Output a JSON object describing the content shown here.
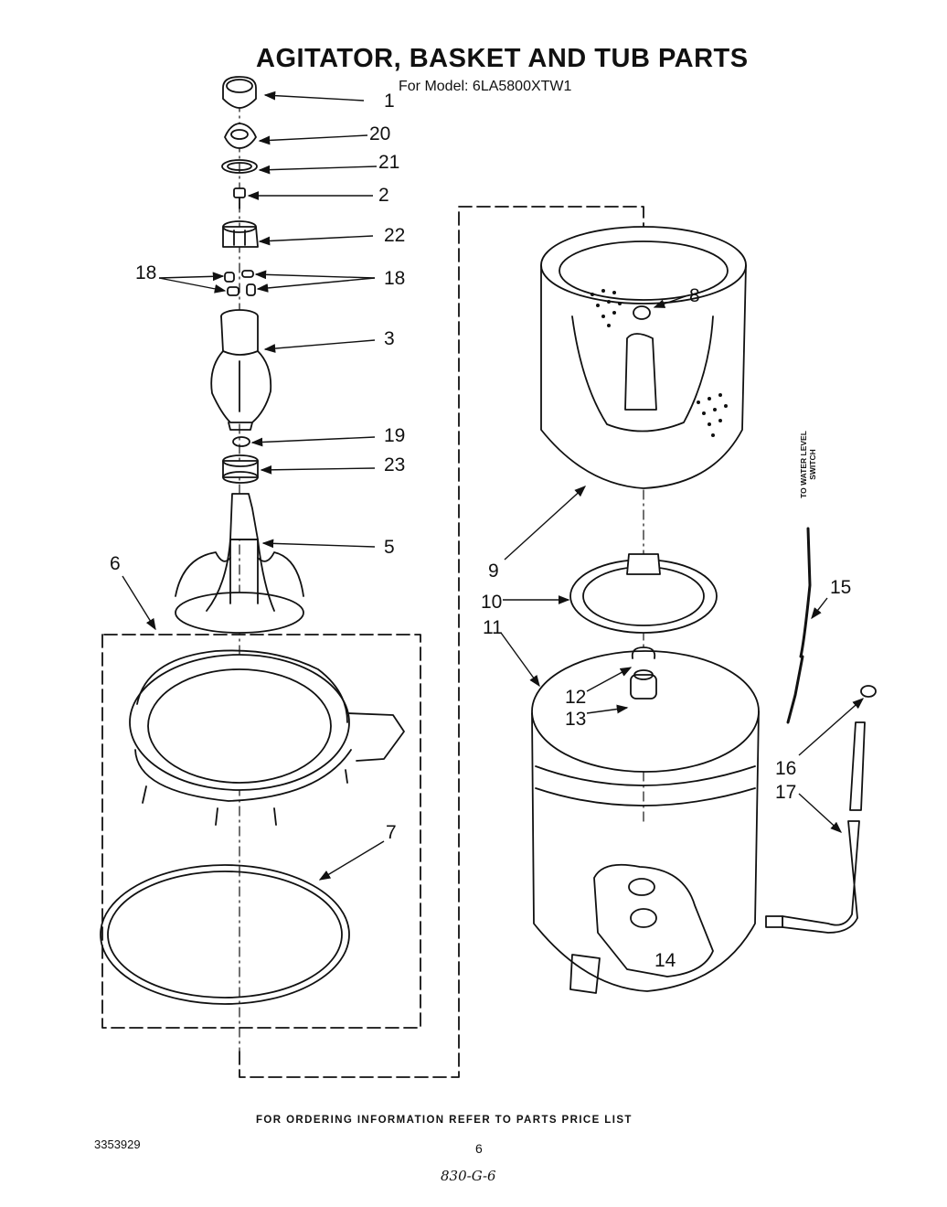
{
  "header": {
    "title": "AGITATOR, BASKET AND TUB PARTS",
    "model_line": "For Model: 6LA5800XTW1"
  },
  "callouts": {
    "c1": "1",
    "c20": "20",
    "c21": "21",
    "c2": "2",
    "c22": "22",
    "c18_left": "18",
    "c18_right": "18",
    "c3": "3",
    "c19": "19",
    "c23": "23",
    "c5": "5",
    "c6": "6",
    "c7": "7",
    "c8": "8",
    "c9": "9",
    "c10": "10",
    "c11": "11",
    "c12": "12",
    "c13": "13",
    "c14": "14",
    "c15": "15",
    "c16": "16",
    "c17": "17"
  },
  "side_label": {
    "line1": "TO WATER LEVEL",
    "line2": "SWITCH"
  },
  "footer": {
    "ordering_note": "FOR ORDERING INFORMATION REFER TO PARTS PRICE LIST",
    "doc_number": "3353929",
    "page_number": "6",
    "handwritten_note": "830-G-6"
  }
}
